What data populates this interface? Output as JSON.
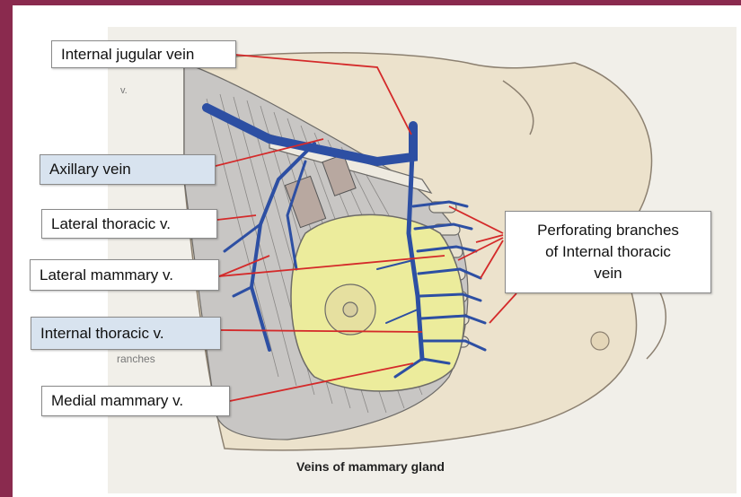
{
  "labels": {
    "internal_jugular": "Internal jugular vein",
    "axillary": "Axillary  vein",
    "lateral_thoracic": "Lateral thoracic v.",
    "lateral_mammary": "Lateral mammary v.",
    "internal_thoracic": "Internal thoracic v.",
    "medial_mammary": "Medial mammary v.",
    "perforating_line1": "Perforating branches",
    "perforating_line2": "of Internal thoracic",
    "perforating_line3": "vein"
  },
  "book_text": {
    "caption": "Veins of mammary gland",
    "v_mark": "v.",
    "branches_fragment": "ranches"
  },
  "colors": {
    "slide_border": "#8a2a4e",
    "vein_blue": "#2d4fa3",
    "leader_red": "#d42a2a",
    "gland_yellow": "#ecec9c",
    "highlight_box": "#d8e3ef"
  }
}
